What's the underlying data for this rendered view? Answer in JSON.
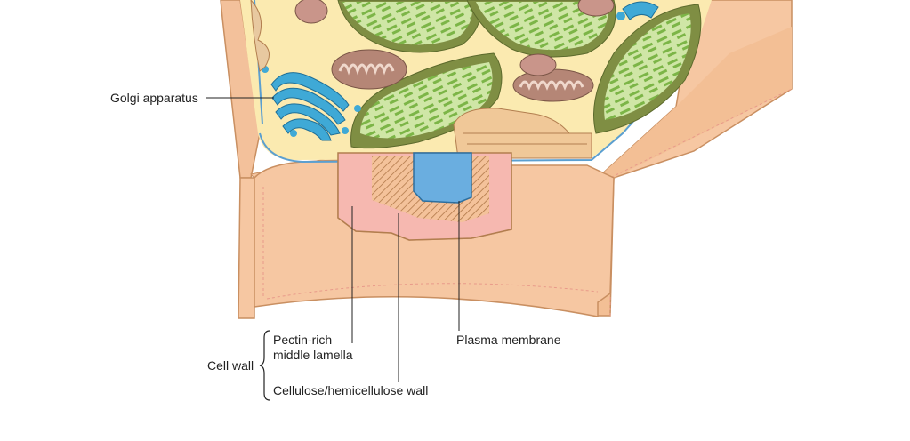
{
  "labels": {
    "golgi": "Golgi apparatus",
    "cell_wall": "Cell wall",
    "pectin_line1": "Pectin-rich",
    "pectin_line2": "middle lamella",
    "cellulose": "Cellulose/hemicellulose wall",
    "plasma_membrane": "Plasma membrane"
  },
  "colors": {
    "wall": "#f6c7a2",
    "wall_edge": "#d99c6d",
    "cytoplasm": "#fbeab0",
    "chloroplast": "#7f8e43",
    "thylakoid": "#8fc25a",
    "golgi": "#3fa9d6",
    "mitochondrion": "#b58676",
    "pectin": "#f6b8b0",
    "membrane": "#6aaee0"
  }
}
